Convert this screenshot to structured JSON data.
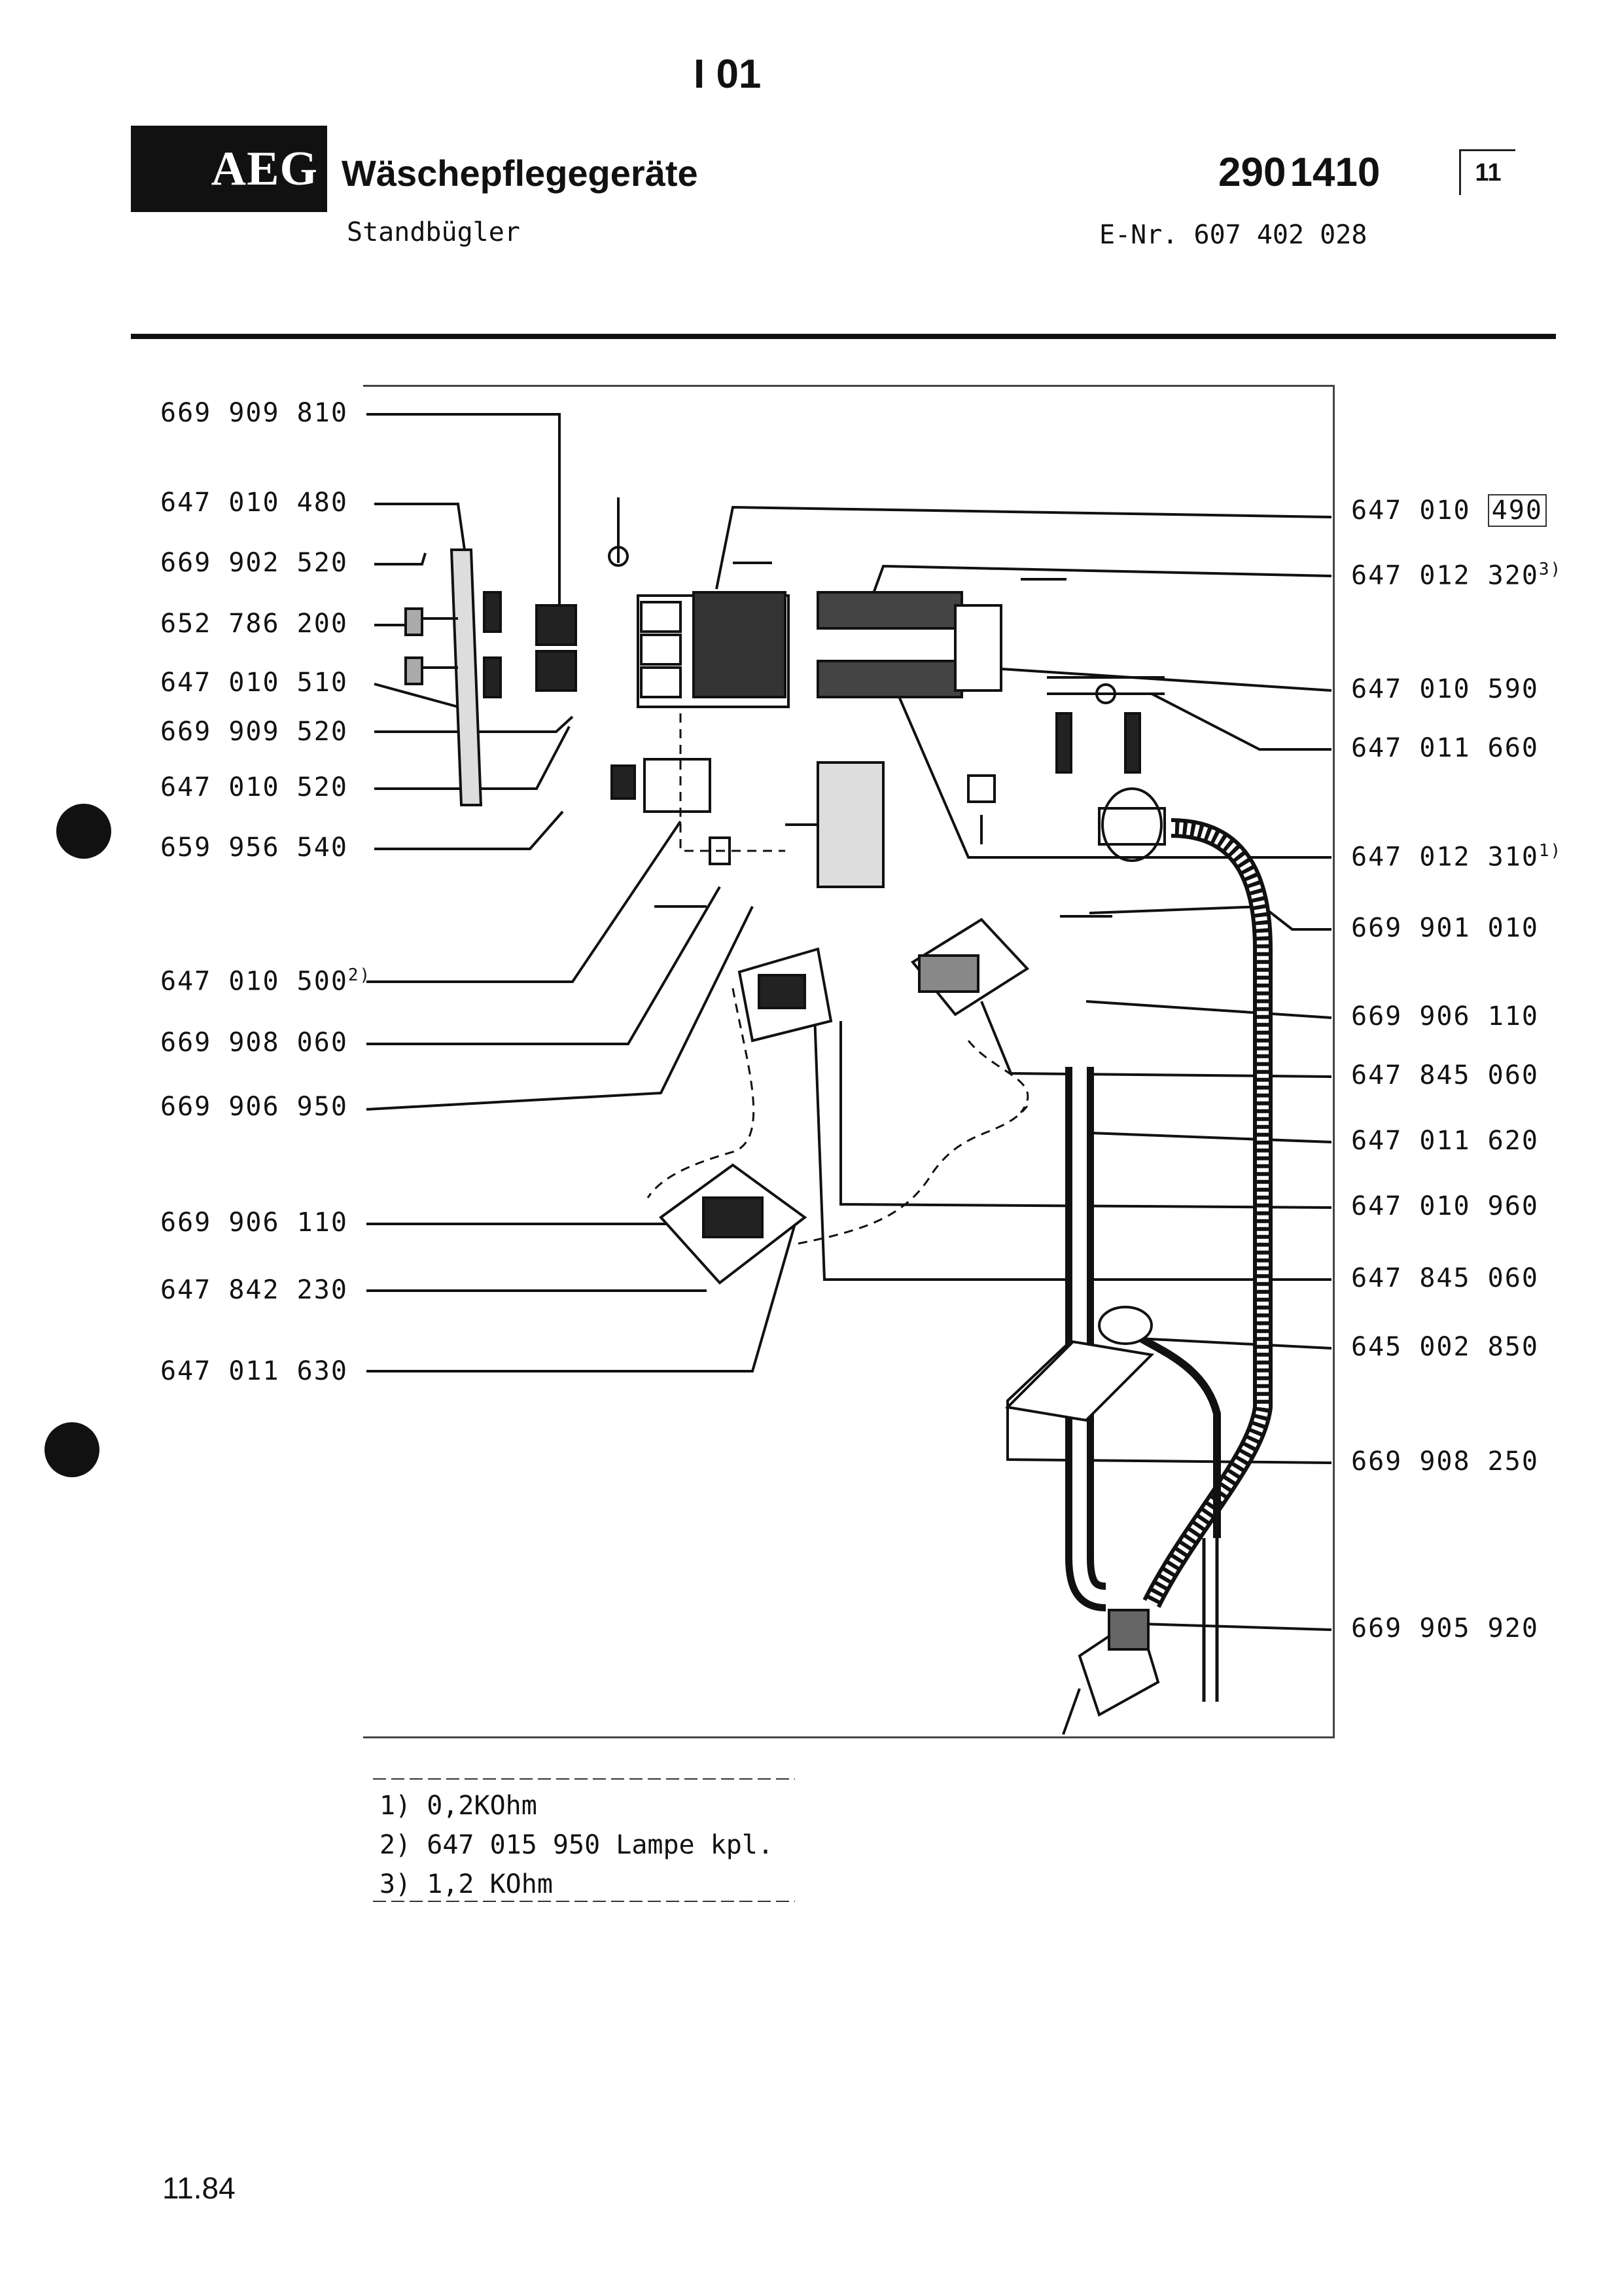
{
  "header": {
    "page_code": "I 01",
    "brand": "AEG",
    "category": "Wäschepflegegeräte",
    "subcategory": "Standbügler",
    "doc_number_main": "290",
    "doc_number_sub": "1410",
    "doc_number_box": "11",
    "e_nr": "E-Nr. 607 402 028"
  },
  "left_labels": [
    {
      "text": "669 909 810",
      "sup": ""
    },
    {
      "text": "647 010 480",
      "sup": ""
    },
    {
      "text": "669 902 520",
      "sup": ""
    },
    {
      "text": "652 786 200",
      "sup": ""
    },
    {
      "text": "647 010 510",
      "sup": ""
    },
    {
      "text": "669 909 520",
      "sup": ""
    },
    {
      "text": "647 010 520",
      "sup": ""
    },
    {
      "text": "659 956 540",
      "sup": ""
    },
    {
      "text": "647 010 500",
      "sup": "2)"
    },
    {
      "text": "669 908 060",
      "sup": ""
    },
    {
      "text": "669 906 950",
      "sup": ""
    },
    {
      "text": "669 906 110",
      "sup": ""
    },
    {
      "text": "647 842 230",
      "sup": ""
    },
    {
      "text": "647 011 630",
      "sup": ""
    }
  ],
  "right_labels": [
    {
      "text": "647 010 ",
      "boxed": "490",
      "sup": ""
    },
    {
      "text": "647 012 320",
      "boxed": "",
      "sup": "3)"
    },
    {
      "text": "647 010 590",
      "boxed": "",
      "sup": ""
    },
    {
      "text": "647 011 660",
      "boxed": "",
      "sup": ""
    },
    {
      "text": "647 012 310",
      "boxed": "",
      "sup": "1)"
    },
    {
      "text": "669 901 010",
      "boxed": "",
      "sup": ""
    },
    {
      "text": "669 906 110",
      "boxed": "",
      "sup": ""
    },
    {
      "text": "647 845 060",
      "boxed": "",
      "sup": ""
    },
    {
      "text": "647 011 620",
      "boxed": "",
      "sup": ""
    },
    {
      "text": "647 010 960",
      "boxed": "",
      "sup": ""
    },
    {
      "text": "647 845 060",
      "boxed": "",
      "sup": ""
    },
    {
      "text": "645 002 850",
      "boxed": "",
      "sup": ""
    },
    {
      "text": "669 908 250",
      "boxed": "",
      "sup": ""
    },
    {
      "text": "669 905 920",
      "boxed": "",
      "sup": ""
    }
  ],
  "footnotes": [
    "1) 0,2KOhm",
    "2) 647 015 950 Lampe kpl.",
    "3) 1,2 KOhm"
  ],
  "date": "11.84"
}
